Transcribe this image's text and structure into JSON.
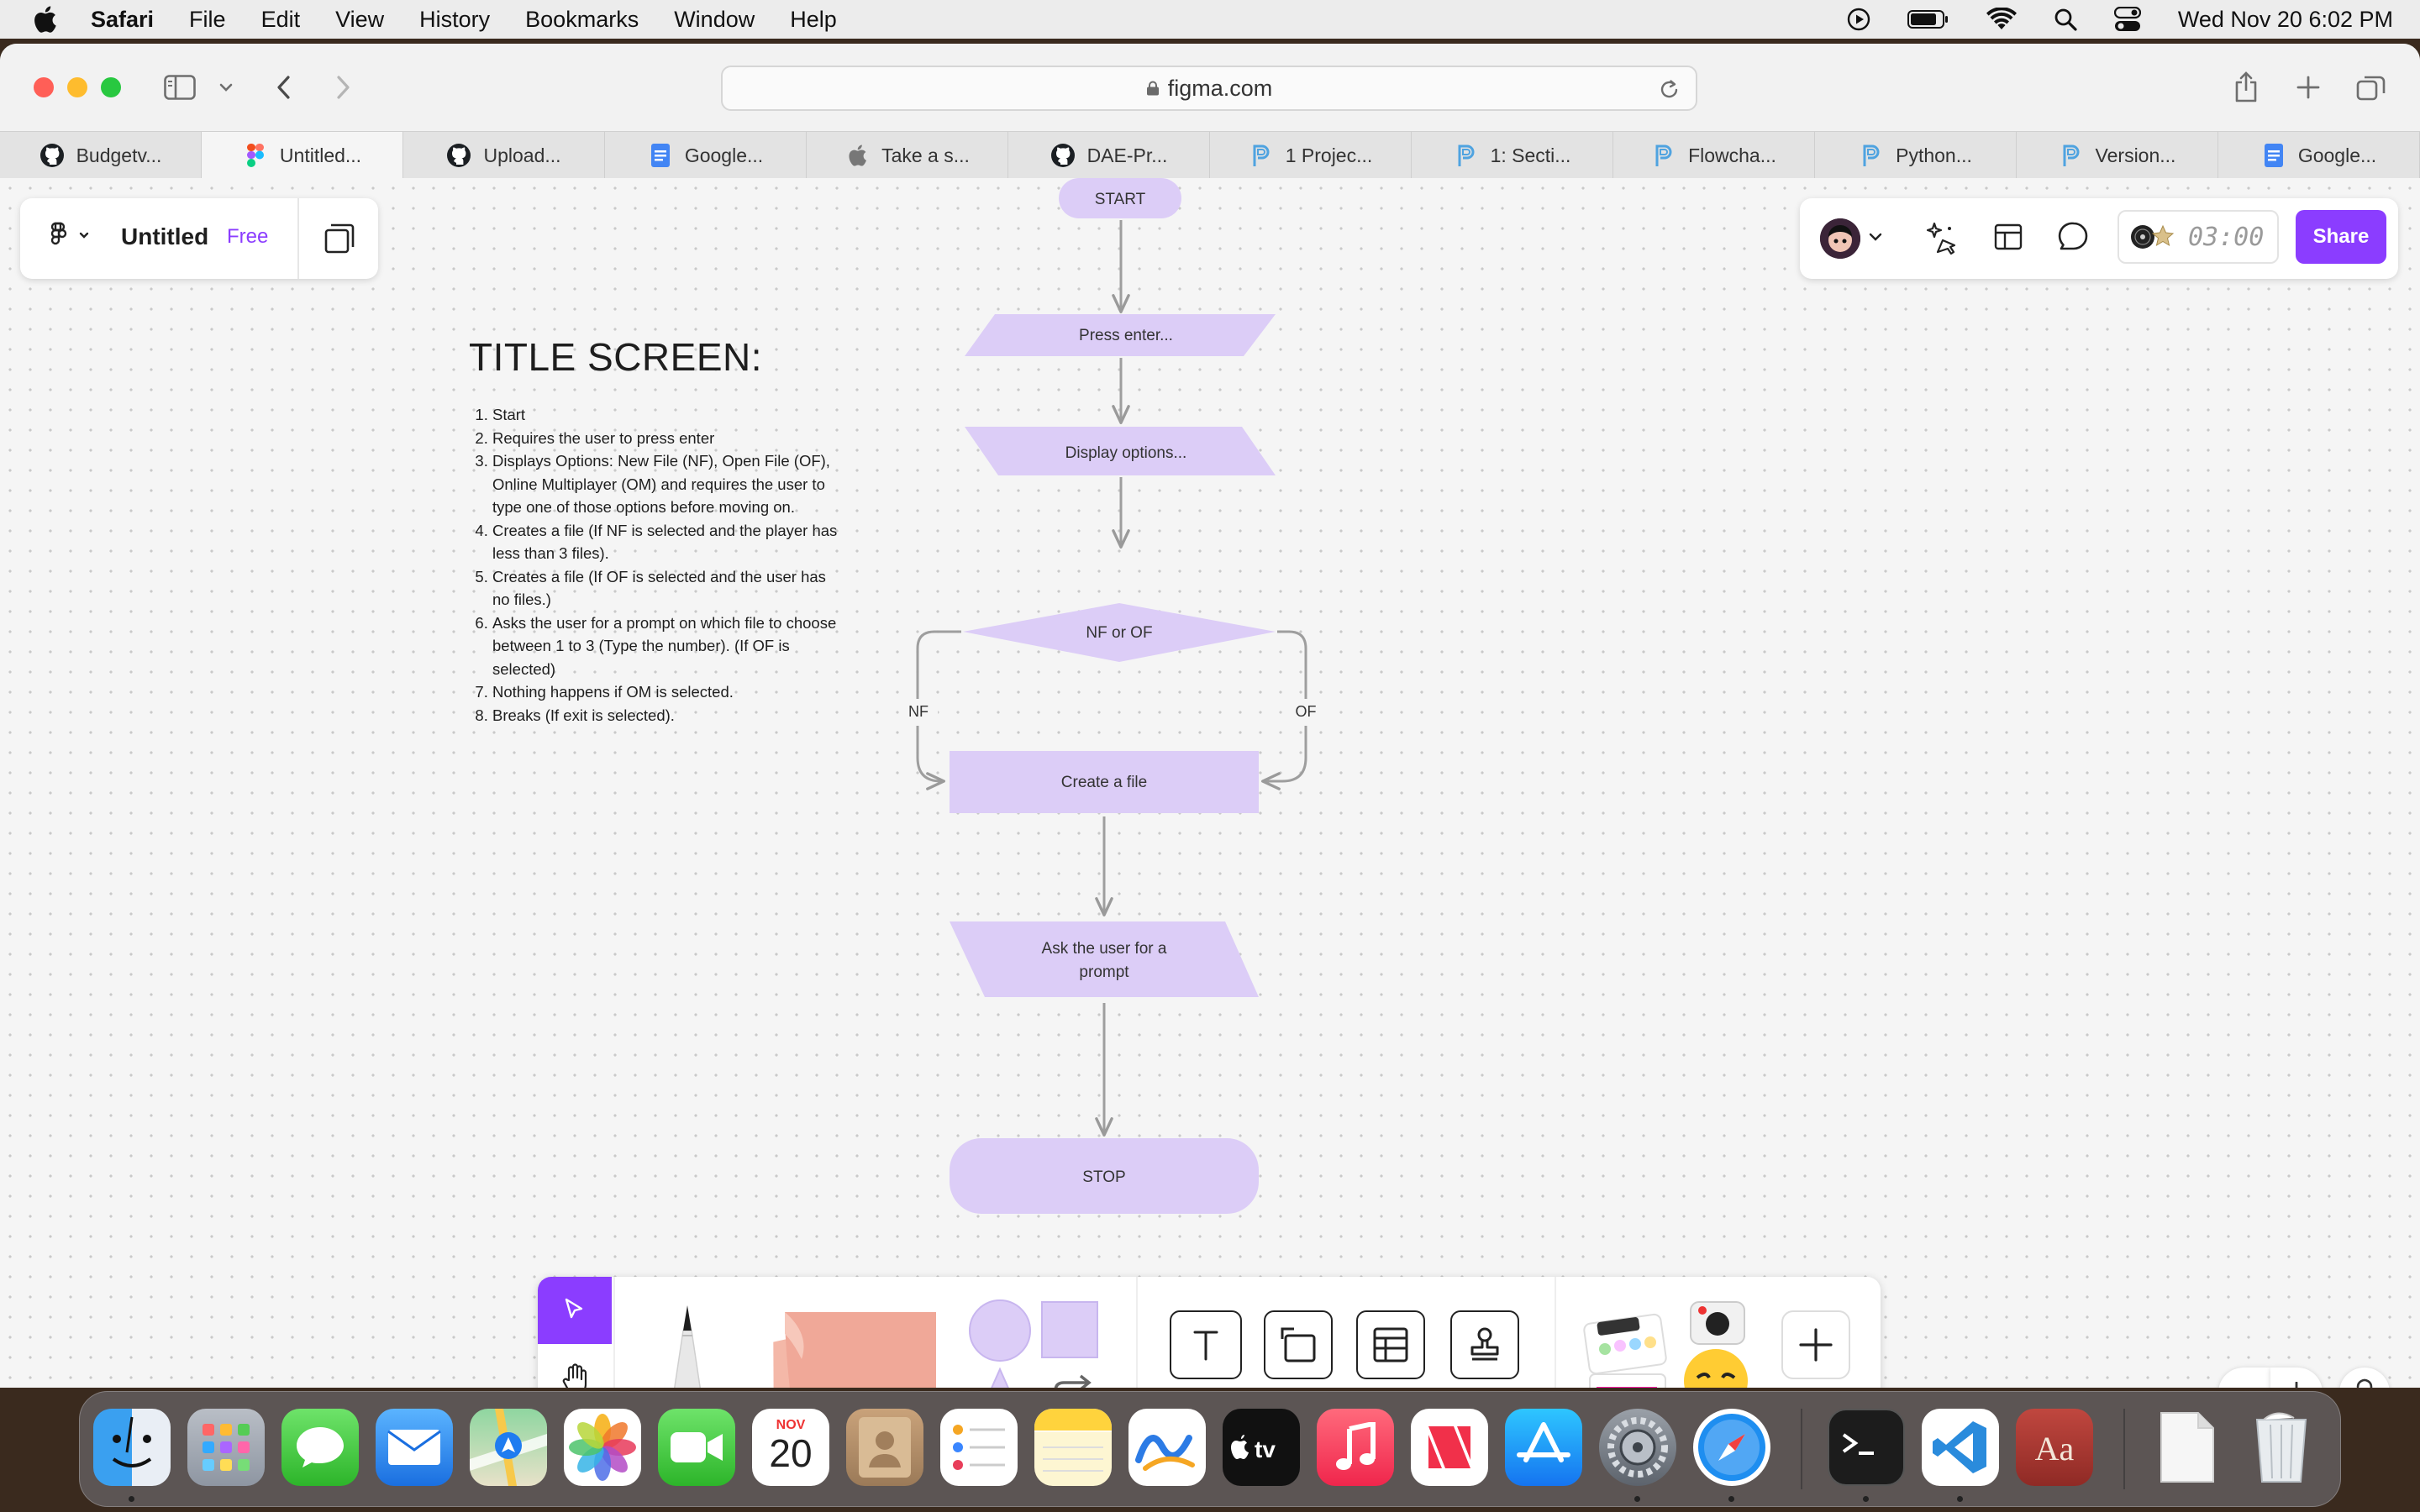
{
  "menubar": {
    "app_name": "Safari",
    "menus": [
      "File",
      "Edit",
      "View",
      "History",
      "Bookmarks",
      "Window",
      "Help"
    ],
    "clock": "Wed Nov 20  6:02 PM"
  },
  "browser": {
    "address": "figma.com",
    "tabs": [
      {
        "label": "Budgetv...",
        "icon": "github-icon"
      },
      {
        "label": "Untitled...",
        "icon": "figma-icon"
      },
      {
        "label": "Upload...",
        "icon": "github-icon"
      },
      {
        "label": "Google...",
        "icon": "google-docs-icon"
      },
      {
        "label": "Take a s...",
        "icon": "apple-icon"
      },
      {
        "label": "DAE-Pr...",
        "icon": "github-icon"
      },
      {
        "label": "1 Projec...",
        "icon": "p-icon"
      },
      {
        "label": "1: Secti...",
        "icon": "p-icon"
      },
      {
        "label": "Flowcha...",
        "icon": "p-icon"
      },
      {
        "label": "Python...",
        "icon": "p-icon"
      },
      {
        "label": "Version...",
        "icon": "p-icon"
      },
      {
        "label": "Google...",
        "icon": "google-docs-icon"
      }
    ],
    "active_tab": 1
  },
  "figma": {
    "file_name": "Untitled",
    "plan": "Free",
    "timer": "03:00",
    "share_label": "Share",
    "accent": "#8b3dff"
  },
  "notes": {
    "title": "TITLE SCREEN:",
    "items": [
      "Start",
      "Requires the user to press enter",
      "Displays Options: New File (NF), Open File (OF), Online Multiplayer (OM) and requires the user to type one of those options before moving on.",
      "Creates a file (If NF is selected and the player has less than 3 files).",
      "Creates a file (If OF is selected and the user has no files.)",
      "Asks the user for a prompt on which file to choose between 1 to 3 (Type the number). (If OF is selected)",
      "Nothing happens if OM is selected.",
      "Breaks (If exit is selected)."
    ]
  },
  "flowchart": {
    "fill": "#dccdf7",
    "nodes": {
      "start": "START",
      "press_enter": "Press enter...",
      "display_options": "Display options...",
      "decision": "NF or OF",
      "create_file": "Create a file",
      "ask_prompt_line1": "Ask the user for a",
      "ask_prompt_line2": "prompt",
      "stop": "STOP"
    },
    "edges": {
      "left_label": "NF",
      "right_label": "OF"
    }
  },
  "dock": {
    "calendar_month": "NOV",
    "calendar_day": "20",
    "apps": [
      "finder",
      "launchpad",
      "messages",
      "mail",
      "maps",
      "photos",
      "facetime",
      "calendar",
      "contacts",
      "reminders",
      "notes",
      "freeform",
      "apple-tv",
      "music",
      "news",
      "app-store",
      "system-settings",
      "safari",
      "terminal",
      "vscode",
      "dictionary",
      "document",
      "trash"
    ]
  }
}
